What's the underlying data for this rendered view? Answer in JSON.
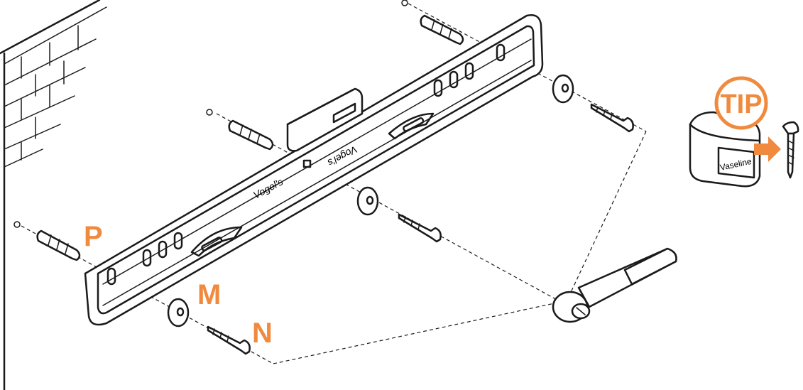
{
  "labels": {
    "plug": "P",
    "washer": "M",
    "screw": "N",
    "tip": "TIP"
  },
  "brand_text": "Vogel's",
  "jar_label": "Vaseline",
  "colors": {
    "accent": "#f08a3e",
    "line": "#1a1a1a",
    "background": "#ffffff"
  }
}
